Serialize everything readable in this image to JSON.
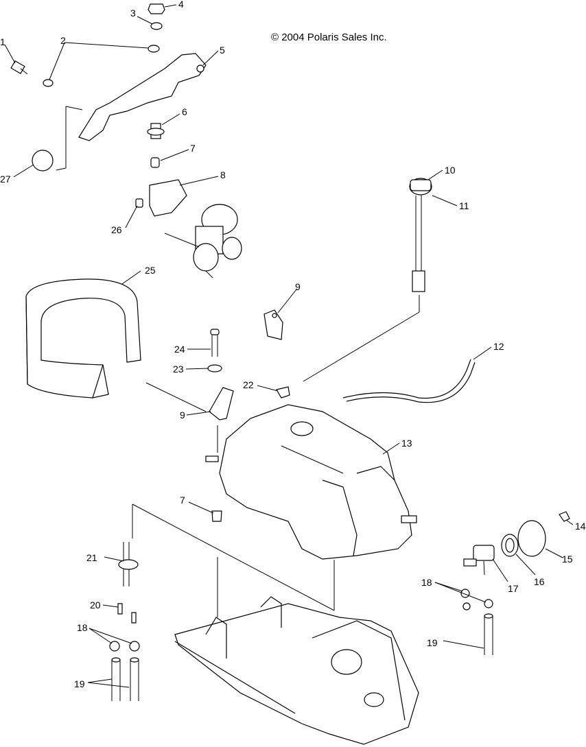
{
  "copyright": "© 2004 Polaris Sales Inc.",
  "callouts": [
    "1",
    "2",
    "3",
    "4",
    "5",
    "6",
    "7",
    "8",
    "9",
    "10",
    "11",
    "12",
    "13",
    "14",
    "15",
    "16",
    "17",
    "18",
    "19",
    "20",
    "21",
    "22",
    "23",
    "24",
    "25",
    "26",
    "27"
  ]
}
